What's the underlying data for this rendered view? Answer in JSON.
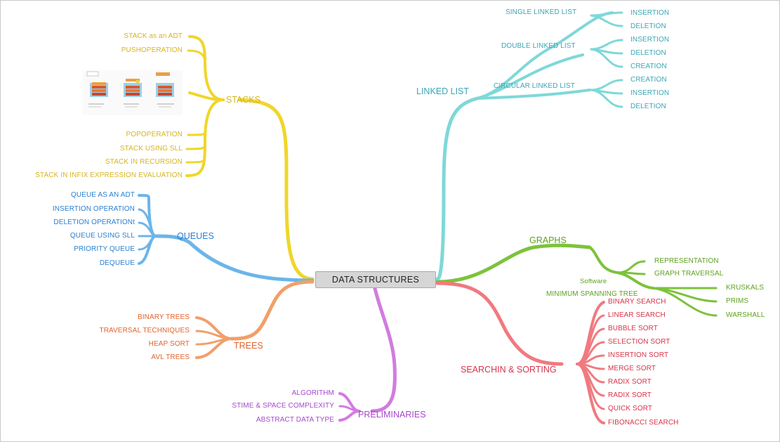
{
  "center": "DATA STRUCTURES",
  "branches": {
    "stacks": {
      "title": "STACKS",
      "items": [
        "STACK as an ADT",
        "PUSHOPERATION",
        "POPOPERATION",
        "STACK USING SLL",
        "STACK IN RECURSION",
        "STACK IN INFIX EXPRESSION EVALUATION"
      ]
    },
    "queues": {
      "title": "QUEUES",
      "items": [
        "QUEUE AS AN ADT",
        "INSERTION OPERATION",
        "DELETION OPERATIONt",
        "QUEUE USING SLL",
        "PRIORITY QUEUE",
        "DEQUEUE"
      ]
    },
    "trees": {
      "title": "TREES",
      "items": [
        "BINARY TREES",
        "TRAVERSAL TECHNIQUES",
        "HEAP SORT",
        "AVL TREES"
      ]
    },
    "preliminaries": {
      "title": "PRELIMINARIES",
      "items": [
        "ALGORITHM",
        "STIME & SPACE COMPLEXITY",
        "ABSTRACT DATA TYPE"
      ]
    },
    "linked_list": {
      "title": "LINKED LIST",
      "single": {
        "title": "SINGLE LINKED LIST",
        "items": [
          "INSERTION",
          "DELETION"
        ]
      },
      "double": {
        "title": "DOUBLE LINKED LIST",
        "items": [
          "INSERTION",
          "DELETION",
          "CREATION"
        ]
      },
      "circular": {
        "title": "CIRCULAR LINKED LIST",
        "items": [
          "CREATION",
          "INSERTION",
          "DELETION"
        ]
      }
    },
    "graphs": {
      "title": "GRAPHS",
      "sub": "Software",
      "items": [
        "REPRESENTATION",
        "GRAPH TRAVERSAL",
        "MINIMUM SPANNING TREE"
      ],
      "mst_items": [
        "KRUSKALS",
        "PRIMS",
        "WARSHALL"
      ]
    },
    "searching": {
      "title": "SEARCHIN & SORTING",
      "items": [
        "BINARY SEARCH",
        "LINEAR SEARCH",
        "BUBBLE SORT",
        "SELECTION SORT",
        "INSERTION SORT",
        "MERGE SORT",
        "RADIX SORT",
        "RADIX SORT",
        "QUICK SORT",
        "FIBONACCI SEARCH"
      ]
    }
  },
  "colors": {
    "stacks": "#f0d62a",
    "queues": "#6bb5ea",
    "trees": "#f0a06a",
    "preliminaries": "#d37be0",
    "linked_list": "#7fd8d8",
    "graphs": "#7dc23c",
    "searching": "#f07a80"
  }
}
